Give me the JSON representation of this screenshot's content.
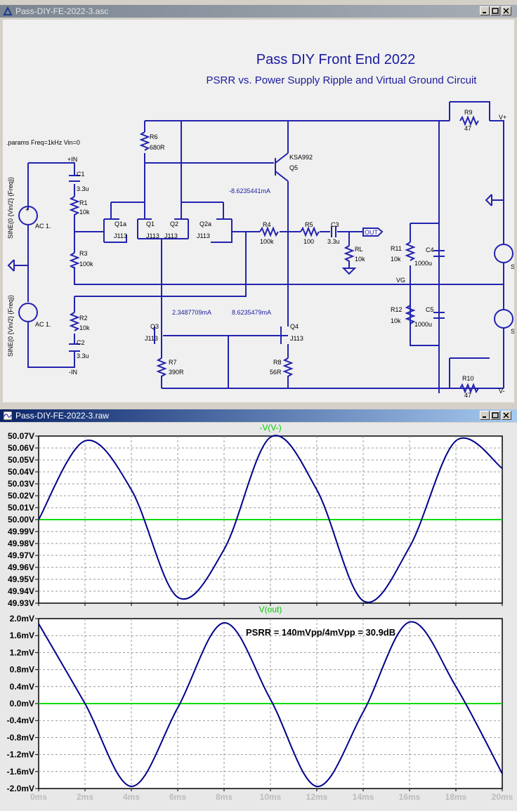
{
  "schematic_window": {
    "title": "Pass-DIY-FE-2022-3.asc",
    "heading": "Pass DIY Front End 2022",
    "subheading": "PSRR vs. Power Supply Ripple and Virtual Ground Circuit",
    "params": ".params Freq=1kHz Vin=0",
    "labels": {
      "r6": "R6",
      "r6v": "680R",
      "q5": "Q5",
      "q5p": "KSA992",
      "ia": "-8.6235441mA",
      "c1": "C1",
      "c1v": "3.3u",
      "r1": "R1",
      "r1v": "10k",
      "r3": "R3",
      "r3v": "100k",
      "q1a": "Q1a",
      "q1": "Q1",
      "q2": "Q2",
      "q2a": "Q2a",
      "j1": "J113",
      "j2": "J113",
      "j3": "J113",
      "j4": "J113",
      "r4": "R4",
      "r4v": "100k",
      "r5": "R5",
      "r5v": "100",
      "c3": "C3",
      "c3v": "3.3u",
      "rl": "RL",
      "rlv": "10k",
      "out": "OUT",
      "r9": "R9",
      "r9v": "47",
      "vplus": "V+",
      "r11": "R11",
      "r11v": "10k",
      "c4": "C4",
      "c4v": "1000u",
      "vg": "VG",
      "r12": "R12",
      "r12v": "10k",
      "c5": "C5",
      "c5v": "1000u",
      "r10": "R10",
      "r10v": "47",
      "vminus": "V-",
      "ib": "2.3487709mA",
      "ic": "8.6235479mA",
      "q3": "Q3",
      "q3p": "J113",
      "q4": "Q4",
      "q4p": "J113",
      "r7": "R7",
      "r7v": "390R",
      "r8": "R8",
      "r8v": "56R",
      "r2": "R2",
      "r2v": "10k",
      "c2": "C2",
      "c2v": "3.3u",
      "pin": "+IN",
      "nin": "-IN",
      "ac1": "AC 1.",
      "ac2": "AC 1.",
      "sine1": "SINE(0 {Vin/2} {Freq})",
      "sine2": "SINE(0 {Vin/2} {Freq})",
      "s1": "S",
      "s2": "S"
    }
  },
  "waveform_window": {
    "title": "Pass-DIY-FE-2022-3.raw",
    "annotation": "PSRR = 140mVpp/4mVpp = 30.9dB"
  },
  "chart_data": [
    {
      "type": "line",
      "title": "-V(V-)",
      "x": [
        0,
        2,
        4,
        6,
        8,
        10,
        12,
        14,
        16,
        18,
        20
      ],
      "x_unit": "ms",
      "xlim": [
        0,
        20
      ],
      "ylim": [
        49.93,
        50.07
      ],
      "yticks": [
        "50.07V",
        "50.06V",
        "50.05V",
        "50.04V",
        "50.03V",
        "50.02V",
        "50.01V",
        "50.00V",
        "49.99V",
        "49.98V",
        "49.97V",
        "49.96V",
        "49.95V",
        "49.94V",
        "49.93V"
      ],
      "series": [
        {
          "values": [
            50.0,
            50.066,
            50.025,
            49.935,
            49.975,
            50.069,
            50.025,
            49.932,
            49.977,
            50.066,
            50.043
          ]
        }
      ],
      "reference_line": 50.0,
      "colors": {
        "trace": "#00008b",
        "reference": "#00dd00",
        "title": "#00cc00"
      }
    },
    {
      "type": "line",
      "title": "V(out)",
      "x": [
        0,
        2,
        4,
        6,
        8,
        10,
        12,
        14,
        16,
        18,
        20
      ],
      "x_unit": "ms",
      "xlim": [
        0,
        20
      ],
      "ylim": [
        -2.0,
        2.0
      ],
      "yticks": [
        "2.0mV",
        "1.6mV",
        "1.2mV",
        "0.8mV",
        "0.4mV",
        "0.0mV",
        "-0.4mV",
        "-0.8mV",
        "-1.2mV",
        "-1.6mV",
        "-2.0mV"
      ],
      "xticks": [
        "0ms",
        "2ms",
        "4ms",
        "6ms",
        "8ms",
        "10ms",
        "12ms",
        "14ms",
        "16ms",
        "18ms",
        "20ms"
      ],
      "series": [
        {
          "values": [
            1.88,
            0.0,
            -1.95,
            -0.1,
            1.9,
            0.1,
            -1.95,
            -0.2,
            1.92,
            0.4,
            -1.65
          ]
        }
      ],
      "reference_line": 0.0,
      "colors": {
        "trace": "#00008b",
        "reference": "#00dd00",
        "title": "#00cc00"
      }
    }
  ]
}
